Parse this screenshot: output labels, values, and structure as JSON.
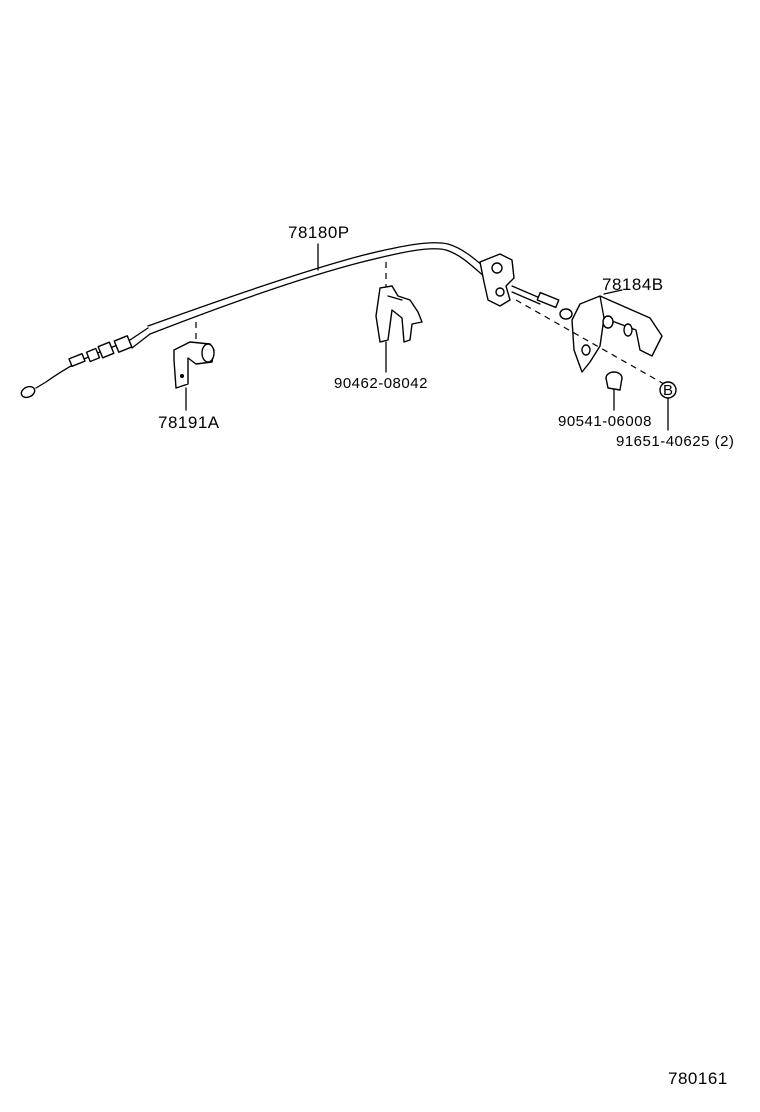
{
  "diagram": {
    "parts": {
      "cable": "78180P",
      "clamp_left": "78191A",
      "clamp_mid": "90462-08042",
      "bracket": "78184B",
      "grommet": "90541-06008",
      "bolt": "91651-40625 (2)",
      "bolt_ref_marker": "B"
    },
    "figure_id": "780161"
  },
  "colors": {
    "ink": "#000000",
    "background": "#ffffff"
  }
}
